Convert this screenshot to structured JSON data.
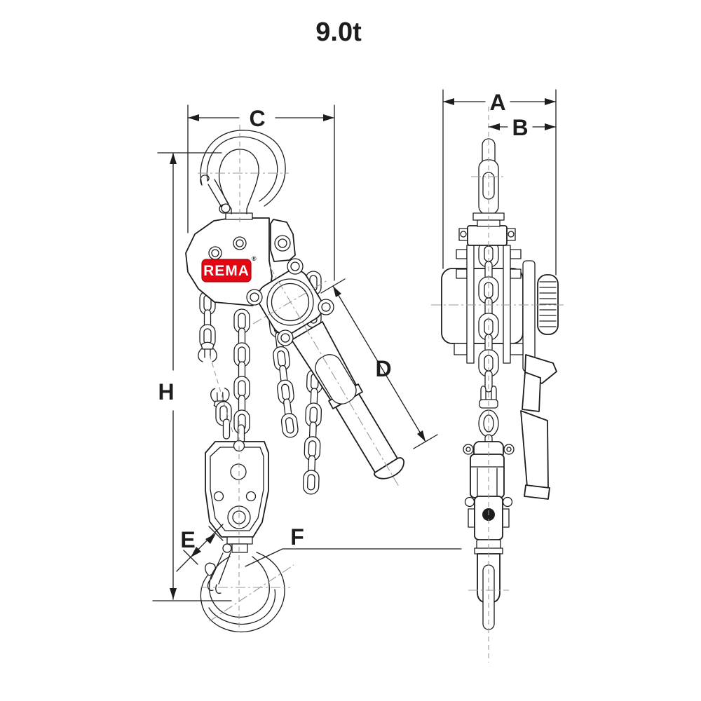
{
  "title": "9.0t",
  "brand": {
    "name": "REMA",
    "registered_mark": "®"
  },
  "dimension_labels": {
    "A": "A",
    "B": "B",
    "C": "C",
    "D": "D",
    "E": "E",
    "F": "F",
    "H": "H"
  },
  "colors": {
    "line": "#1d1d1b",
    "centerline": "#9a9a9a",
    "brand_red": "#e30613",
    "brand_text": "#ffffff",
    "background": "#ffffff"
  }
}
